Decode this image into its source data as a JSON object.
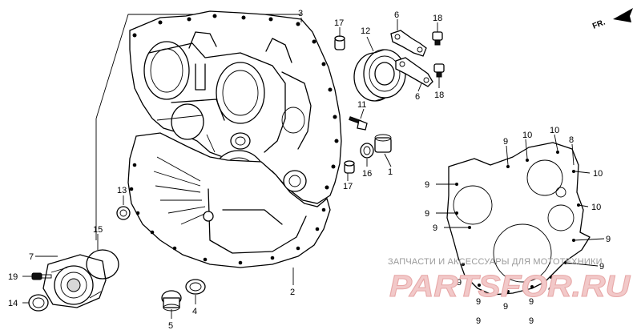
{
  "callouts": {
    "c1": "1",
    "c2": "2",
    "c3": "3",
    "c4": "4",
    "c5": "5",
    "c6a": "6",
    "c6b": "6",
    "c7": "7",
    "c8": "8",
    "c11": "11",
    "c12": "12",
    "c13": "13",
    "c14": "14",
    "c15": "15",
    "c16": "16",
    "c17a": "17",
    "c17b": "17",
    "c18a": "18",
    "c18b": "18",
    "c19": "19",
    "gasket_9": "9",
    "gasket_10": "10"
  },
  "direction_label": "FR.",
  "watermark": {
    "caption": "ЗАПЧАСТИ И АКСЕССУАРЫ ДЛЯ МОТОТЕХНИКИ",
    "brand": "PARTSFOR.RU"
  }
}
